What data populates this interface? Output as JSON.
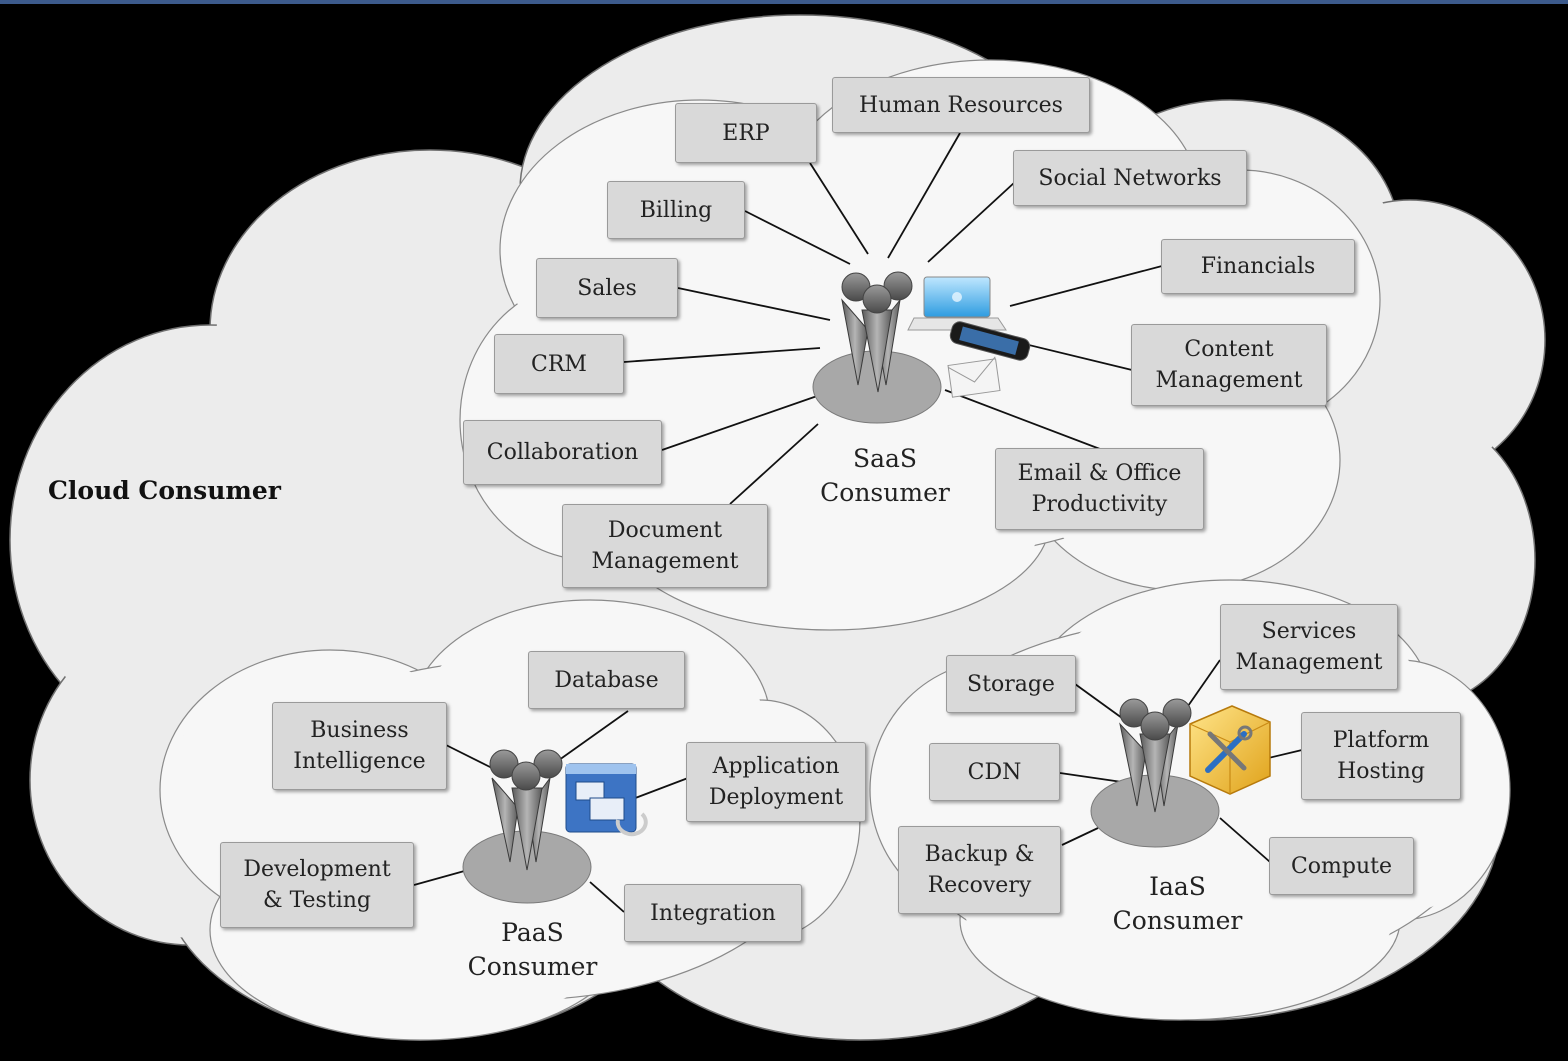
{
  "outer_cloud": {
    "label": "Cloud Consumer"
  },
  "saas": {
    "label": "SaaS\nConsumer",
    "services": [
      "Human Resources",
      "ERP",
      "Billing",
      "Social Networks",
      "Sales",
      "Financials",
      "CRM",
      "Content\nManagement",
      "Collaboration",
      "Email & Office\nProductivity",
      "Document\nManagement"
    ]
  },
  "paas": {
    "label": "PaaS\nConsumer",
    "services": [
      "Database",
      "Business\nIntelligence",
      "Application\nDeployment",
      "Development\n& Testing",
      "Integration"
    ]
  },
  "iaas": {
    "label": "IaaS\nConsumer",
    "services": [
      "Services\nManagement",
      "Storage",
      "Platform\nHosting",
      "CDN",
      "Backup &\nRecovery",
      "Compute"
    ]
  },
  "colors": {
    "cloud_fill": "#ececec",
    "inner_cloud_fill": "#f7f7f7",
    "box_fill": "#d9d9d9",
    "background": "#000000",
    "top_bar": "#3c5a8c"
  },
  "icons": [
    "people-group-icon",
    "laptop-icon",
    "smartphone-icon",
    "envelope-icon",
    "application-window-icon",
    "tools-box-icon"
  ]
}
